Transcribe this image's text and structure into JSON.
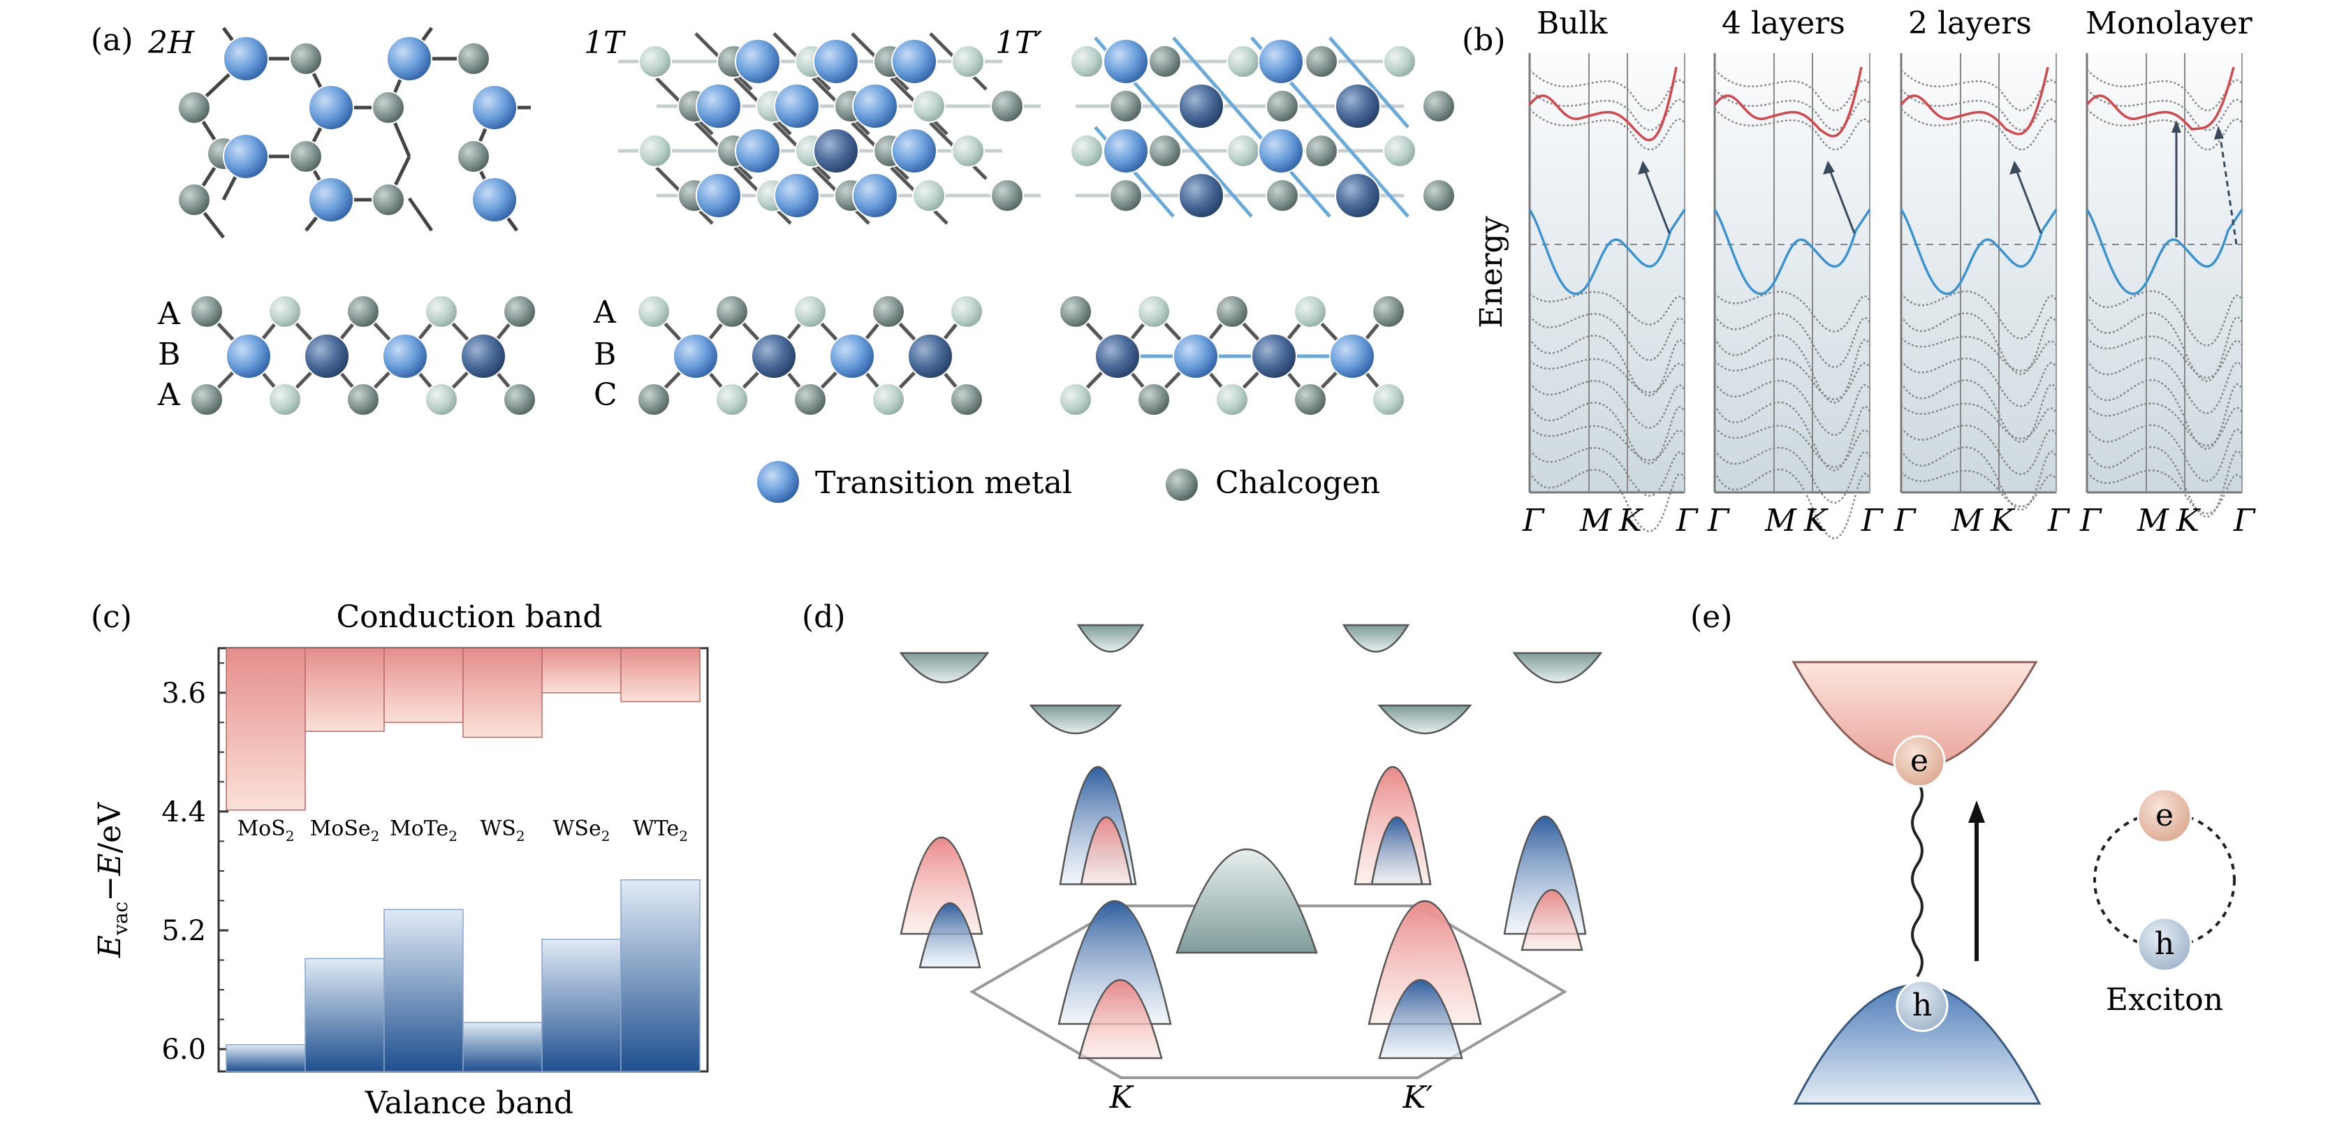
{
  "panel_a": {
    "label": "(a)",
    "phases": [
      "2H",
      "1T",
      "1T′"
    ],
    "stack_2h": [
      "A",
      "B",
      "A"
    ],
    "stack_1t": [
      "A",
      "B",
      "C"
    ],
    "legend_metal": "Transition metal",
    "legend_chalcogen": "Chalcogen"
  },
  "panel_b": {
    "label": "(b)",
    "ylabel": "Energy",
    "titles": [
      "Bulk",
      "4 layers",
      "2 layers",
      "Monolayer"
    ],
    "kpoints": [
      "Γ",
      "M",
      "K",
      "Γ"
    ]
  },
  "panel_c": {
    "label": "(c)",
    "top_label": "Conduction band",
    "bottom_label": "Valance band",
    "ylabel": "E_vac − E/eV",
    "ytick_labels": [
      "3.6",
      "4.4",
      "5.2",
      "6.0"
    ]
  },
  "panel_d": {
    "label": "(d)",
    "k_labels": [
      "K",
      "K′"
    ]
  },
  "panel_e": {
    "label": "(e)",
    "electron": "e",
    "hole": "h",
    "exciton": "Exciton"
  },
  "chart_data": {
    "type": "bar",
    "title": "",
    "xlabel": "",
    "ylabel": "E_vac − E/eV",
    "ylim": [
      6.15,
      3.3
    ],
    "y_inverted": true,
    "yticks": [
      3.6,
      4.4,
      5.2,
      6.0
    ],
    "categories": [
      "MoS2",
      "MoSe2",
      "MoTe2",
      "WS2",
      "WSe2",
      "WTe2"
    ],
    "category_labels": [
      {
        "base": "MoS",
        "sub": "2"
      },
      {
        "base": "MoSe",
        "sub": "2"
      },
      {
        "base": "MoTe",
        "sub": "2"
      },
      {
        "base": "WS",
        "sub": "2"
      },
      {
        "base": "WSe",
        "sub": "2"
      },
      {
        "base": "WTe",
        "sub": "2"
      }
    ],
    "series": [
      {
        "name": "Conduction band",
        "values": [
          4.39,
          3.86,
          3.8,
          3.9,
          3.6,
          3.66
        ]
      },
      {
        "name": "Valance band",
        "values": [
          5.97,
          5.39,
          5.06,
          5.82,
          5.26,
          4.86
        ]
      }
    ],
    "colors": {
      "conduction": "#e58e8c",
      "valence": "#2a5a9a"
    }
  }
}
